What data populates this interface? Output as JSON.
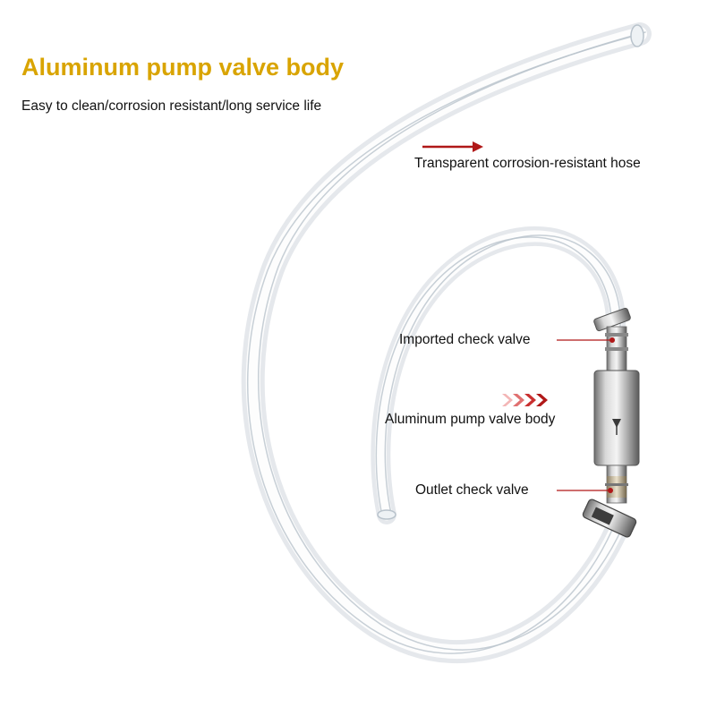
{
  "header": {
    "title": "Aluminum pump valve body",
    "subtitle": "Easy to clean/corrosion resistant/long service life"
  },
  "callouts": {
    "hose": "Transparent corrosion-resistant hose",
    "inlet_valve": "Imported check valve",
    "valve_body": "Aluminum pump valve body",
    "outlet_valve": "Outlet check valve"
  },
  "colors": {
    "title": "#d9a400",
    "text": "#111111",
    "accent_arrow": "#b01818"
  }
}
